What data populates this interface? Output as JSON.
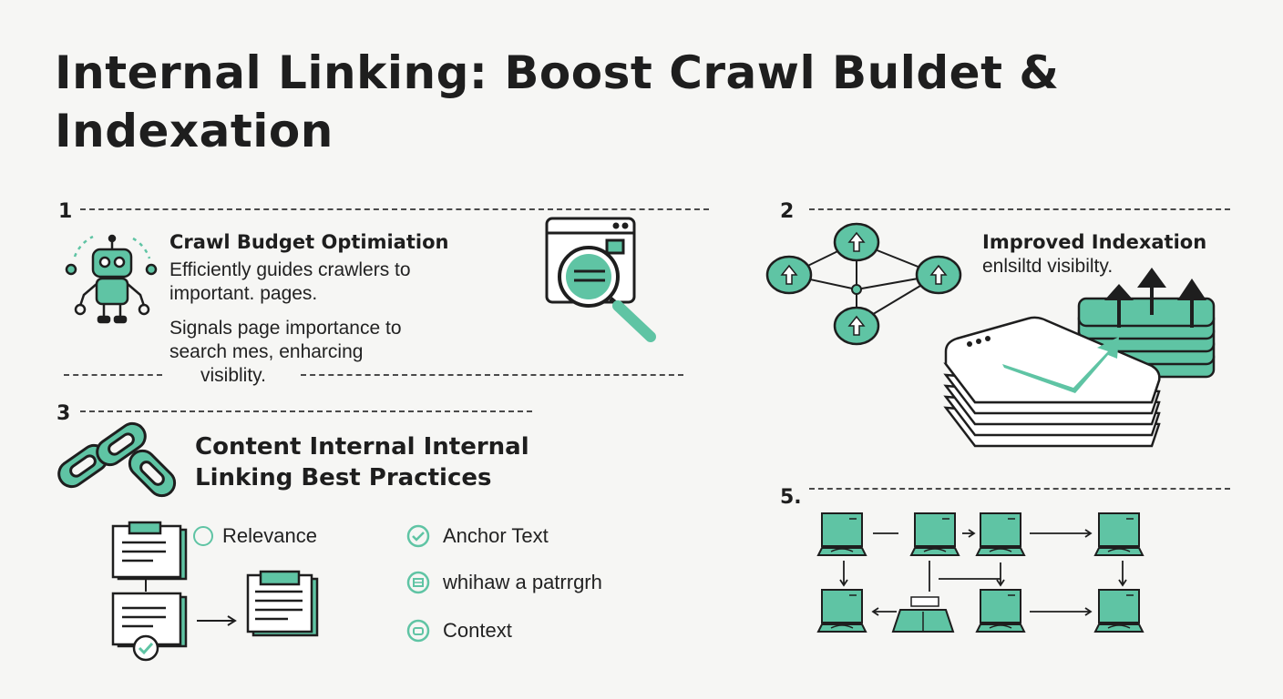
{
  "title": {
    "line1": "Internal Linking: Boost Crawl Buldet &",
    "line2": "Indexation"
  },
  "section1": {
    "number": "1",
    "heading": "Crawl Budget Optimiation",
    "text1_line1": "Efficiently guides crawlers to",
    "text1_line2": "important. pages.",
    "text2_line1": "Signals page importance to",
    "text2_line2": "search mes, enharcing",
    "text2_line3": "visiblity."
  },
  "section2": {
    "number": "2",
    "heading": "Improved Indexation",
    "subtext": "enlsiltd visibilty."
  },
  "section3": {
    "number": "3",
    "heading_line1": "Content Internal Internal",
    "heading_line2": "Linking Best Practices",
    "items": [
      {
        "label": "Relevance",
        "icon": "circle-icon"
      },
      {
        "label": "Anchor Text",
        "icon": "check-circle-icon"
      },
      {
        "label": "whihaw a patrrgrh",
        "icon": "grid-circle-icon"
      },
      {
        "label": "Context",
        "icon": "link-circle-icon"
      }
    ]
  },
  "section5": {
    "number": "5."
  },
  "colors": {
    "accent": "#5fc4a4",
    "dark": "#1e1e1e",
    "background": "#f6f6f4"
  }
}
